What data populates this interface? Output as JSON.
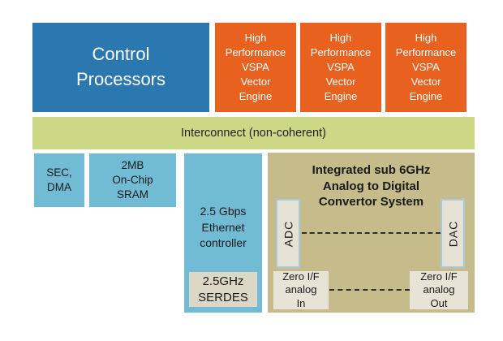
{
  "diagram": {
    "control_processors": {
      "label": "Control\nProcessors"
    },
    "vspa_engines": [
      {
        "label": "High\nPerformance\nVSPA\nVector\nEngine"
      },
      {
        "label": "High\nPerformance\nVSPA\nVector\nEngine"
      },
      {
        "label": "High\nPerformance\nVSPA\nVector\nEngine"
      }
    ],
    "interconnect": {
      "label": "Interconnect (non-coherent)"
    },
    "sec_dma": {
      "label": "SEC,\nDMA"
    },
    "sram": {
      "label": "2MB\nOn-Chip\nSRAM"
    },
    "ethernet_controller": {
      "label": "2.5 Gbps\nEthernet\ncontroller"
    },
    "serdes": {
      "label": "2.5GHz\nSERDES"
    },
    "adc_system": {
      "title": "Integrated sub 6GHz\nAnalog to Digital\nConvertor System",
      "adc_label": "ADC",
      "dac_label": "DAC",
      "zero_if_in": "Zero I/F\nanalog\nIn",
      "zero_if_out": "Zero I/F\nanalog\nOut"
    },
    "colors": {
      "control_blue": "#2b77b0",
      "vspa_orange": "#e8611f",
      "interconnect_olive": "#ccd886",
      "peripheral_light_blue": "#72bbd5",
      "adc_system_tan": "#c5bb8b",
      "inset_beige": "#e5e1d5",
      "converter_border_blue": "#a9c9d9"
    }
  }
}
